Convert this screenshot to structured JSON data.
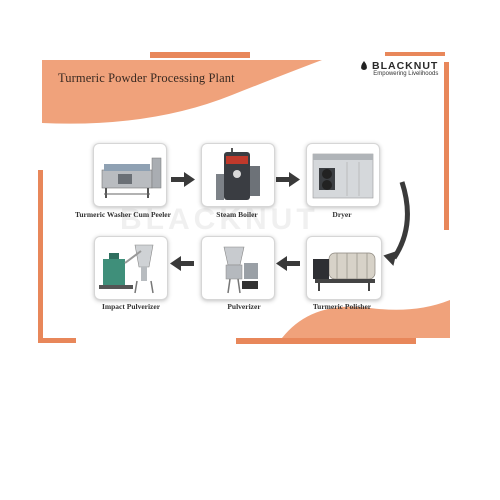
{
  "header": {
    "title": "Turmeric Powder Processing Plant",
    "brand_name": "BLACKNUT",
    "brand_tagline": "Empowering Livelihoods"
  },
  "watermark": "BLACKNUT",
  "steps": [
    {
      "label": "Turmeric Washer Cum Peeler",
      "icon": "washer-peeler-machine"
    },
    {
      "label": "Steam Boiler",
      "icon": "steam-boiler-machine"
    },
    {
      "label": "Dryer",
      "icon": "dryer-machine"
    },
    {
      "label": "Turmeric Polisher",
      "icon": "polisher-drum-machine"
    },
    {
      "label": "Pulverizer",
      "icon": "pulverizer-machine"
    },
    {
      "label": "Impact Pulverizer",
      "icon": "impact-pulverizer-machine"
    }
  ],
  "colors": {
    "accent": "#e8875a",
    "accent_light": "#f0a27b",
    "arrow": "#3a3a3a",
    "text": "#333333"
  }
}
